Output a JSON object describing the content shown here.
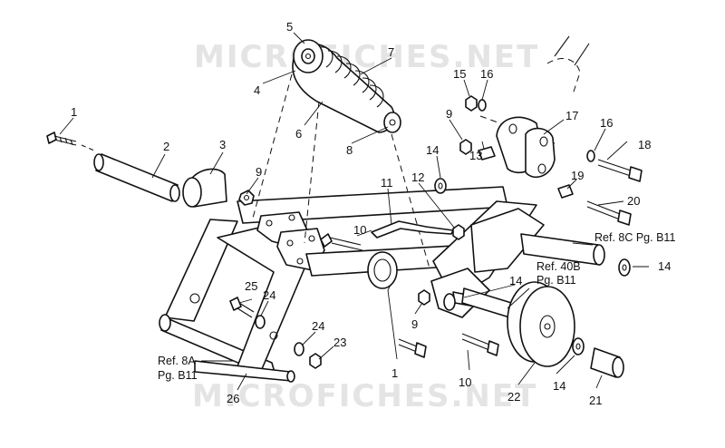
{
  "watermark": {
    "top": "MICROFICHES.NET",
    "bottom": "MICROFICHES.NET"
  },
  "callouts": {
    "c1a": "1",
    "c1b": "1",
    "c2": "2",
    "c3": "3",
    "c4": "4",
    "c5": "5",
    "c6": "6",
    "c7": "7",
    "c8": "8",
    "c9a": "9",
    "c9b": "9",
    "c9c": "9",
    "c10a": "10",
    "c10b": "10",
    "c11": "11",
    "c12": "12",
    "c13": "13",
    "c14a": "14",
    "c14b": "14",
    "c14c": "14",
    "c14d": "14",
    "c15": "15",
    "c16a": "16",
    "c16b": "16",
    "c17": "17",
    "c18": "18",
    "c19": "19",
    "c20": "20",
    "c21": "21",
    "c22": "22",
    "c23": "23",
    "c24a": "24",
    "c24b": "24",
    "c25": "25",
    "c26": "26"
  },
  "refs": {
    "ref_8c": "Ref. 8C Pg. B11",
    "ref_40b_l1": "Ref. 40B",
    "ref_40b_l2": "Pg. B11",
    "ref_8a_l1": "Ref. 8A",
    "ref_8a_l2": "Pg. B11"
  }
}
